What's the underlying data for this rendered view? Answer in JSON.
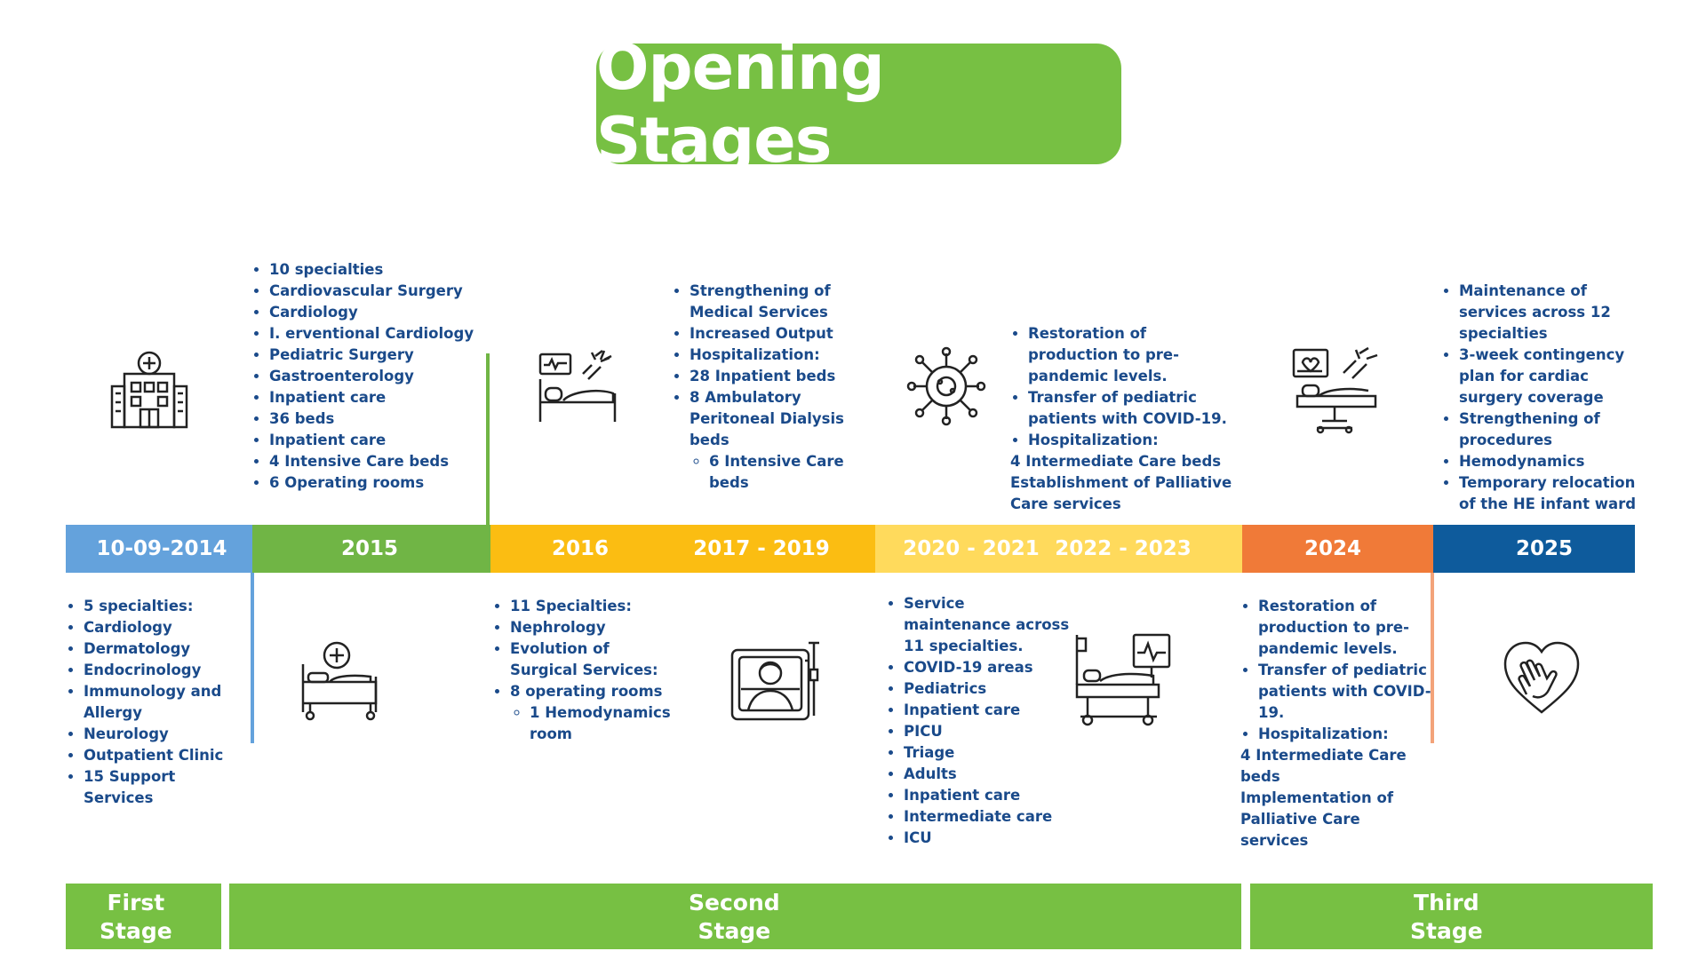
{
  "title": "Opening Stages",
  "colors": {
    "title_bg": "#77c043",
    "text_blue": "#1a4a8a",
    "seg_2014": "#64a2dc",
    "seg_2015": "#70b545",
    "seg_2016_2019": "#fbbd12",
    "seg_2020_2023": "#ffda5c",
    "seg_2024": "#f07a38",
    "seg_2025": "#0e5b9c",
    "stage_bg": "#77c043"
  },
  "timeline": [
    {
      "label": "10-09-2014"
    },
    {
      "label": "2015"
    },
    {
      "label": "2016"
    },
    {
      "label": "2017 - 2019"
    },
    {
      "label": "2020 - 2021"
    },
    {
      "label": "2022 - 2023"
    },
    {
      "label": "2024"
    },
    {
      "label": "2025"
    }
  ],
  "notes": {
    "n2015": [
      "10 specialties",
      "Cardiovascular Surgery",
      "Cardiology",
      "I. erventional Cardiology",
      "Pediatric Surgery",
      "Gastroenterology",
      "Inpatient care",
      "36 beds",
      "Inpatient care",
      "4 Intensive Care beds",
      "6 Operating rooms"
    ],
    "n2017": [
      "Strengthening of Medical Services",
      "Increased Output",
      "Hospitalization:",
      "28 Inpatient beds",
      "8 Ambulatory Peritoneal Dialysis beds"
    ],
    "n2017_sub": [
      "6 Intensive Care beds"
    ],
    "n2022": [
      "Restoration of production to pre-pandemic levels.",
      "Transfer of pediatric patients with COVID-19.",
      "Hospitalization:"
    ],
    "n2022_plain": [
      "4 Intermediate Care beds",
      "Establishment of Palliative Care services"
    ],
    "n2025": [
      "Maintenance of services across 12 specialties",
      "3-week contingency plan for cardiac surgery coverage",
      "Strengthening of procedures",
      "Hemodynamics",
      "Temporary relocation of the HE infant ward"
    ],
    "n2014": [
      "5 specialties:",
      "Cardiology",
      "Dermatology",
      "Endocrinology",
      "Immunology and Allergy",
      "Neurology",
      "Outpatient Clinic",
      "15 Support Services"
    ],
    "n2016": [
      "11 Specialties:",
      "Nephrology",
      "Evolution of Surgical Services:",
      "8 operating rooms"
    ],
    "n2016_sub": [
      "1 Hemodynamics room"
    ],
    "n2020": [
      "Service maintenance across 11 specialties.",
      "COVID-19 areas",
      "Pediatrics",
      "Inpatient care",
      "PICU",
      "Triage",
      "Adults",
      "Inpatient care",
      "Intermediate care",
      "ICU"
    ],
    "n2024": [
      "Restoration of production to pre-pandemic levels.",
      "Transfer of pediatric patients with COVID-19.",
      "Hospitalization:"
    ],
    "n2024_plain": [
      "4 Intermediate Care beds",
      "Implementation of Palliative Care services"
    ]
  },
  "stages": [
    {
      "label": "First\nStage"
    },
    {
      "label": "Second\nStage"
    },
    {
      "label": "Third\nStage"
    }
  ],
  "icons": [
    "hospital-building-icon",
    "hospital-bed-icon",
    "bed-monitor-shower-icon",
    "patient-in-bed-icon",
    "virus-icon",
    "icu-bed-monitor-icon",
    "surgery-table-icon",
    "heart-hand-icon"
  ]
}
